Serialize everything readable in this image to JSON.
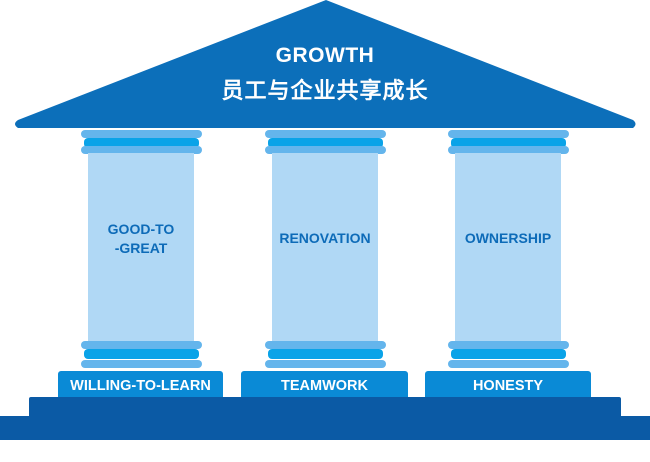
{
  "roof": {
    "title": "GROWTH",
    "subtitle": "员工与企业共享成长"
  },
  "pillars": [
    {
      "label": "GOOD-TO\n-GREAT",
      "line1": "GOOD-TO",
      "line2": "-GREAT",
      "base": "WILLING-TO-LEARN"
    },
    {
      "label": "RENOVATION",
      "base": "TEAMWORK"
    },
    {
      "label": "OWNERSHIP",
      "base": "HONESTY"
    }
  ],
  "colors": {
    "roof": "#0c6fba",
    "shaft": "#b0d8f5",
    "ring_light": "#64b5ec",
    "ring_mid": "#0aa3e8",
    "plinth": "#0a8ad6",
    "steps": "#0b5aa5",
    "pillar_text": "#0d6bb8"
  }
}
